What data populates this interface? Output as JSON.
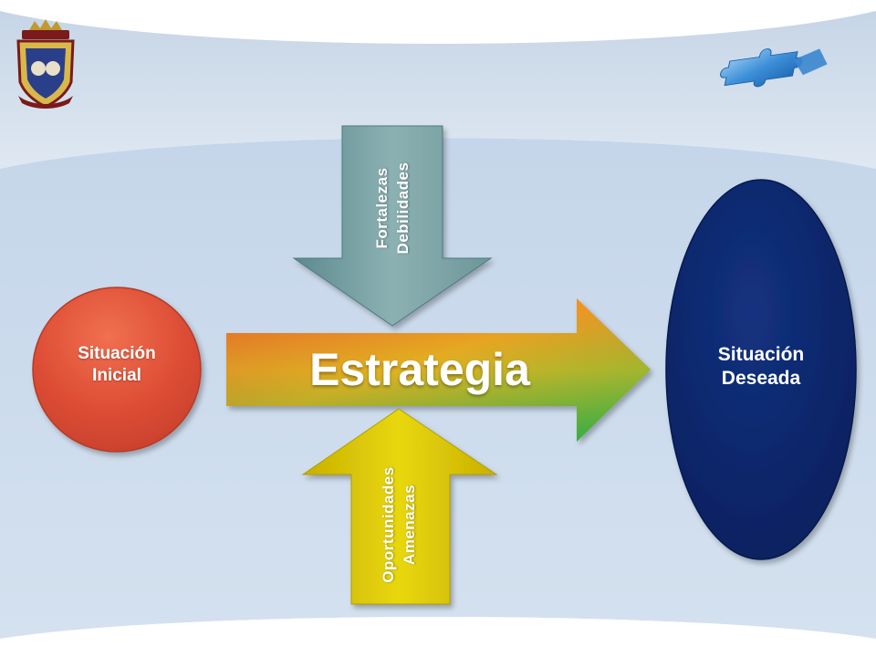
{
  "diagram": {
    "initial": {
      "line1": "Situación",
      "line2": "Inicial"
    },
    "strategy": "Estrategia",
    "top_arrow": {
      "line1": "Fortalezas",
      "line2": "Debilidades"
    },
    "bottom_arrow": {
      "line1": "Oportunidades",
      "line2": "Amenazas"
    },
    "desired": {
      "line1": "Situación",
      "line2": "Deseada"
    }
  },
  "colors": {
    "initial_circle": "#e0533a",
    "desired_ellipse": "#0c2566",
    "top_arrow": "#7fa5a8",
    "bottom_arrow": "#d8c400",
    "strategy_arrow_start": "#e74c2e",
    "strategy_arrow_mid": "#f0a020",
    "strategy_arrow_end": "#2eb34a",
    "background_band": "#ccdcee"
  },
  "decorations": {
    "logo": "university-crest-logo",
    "puzzle": "puzzle-piece-icon"
  }
}
